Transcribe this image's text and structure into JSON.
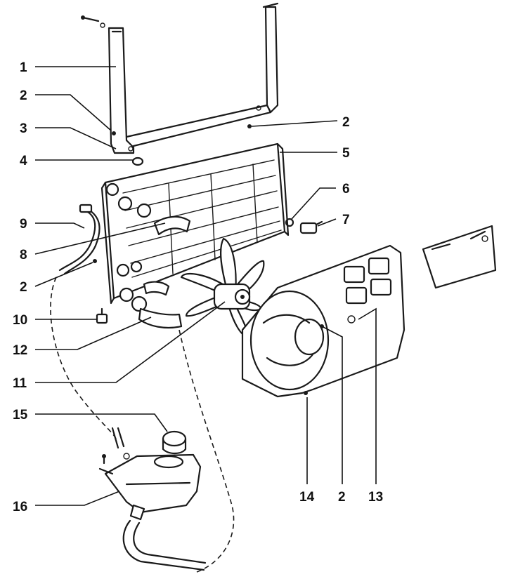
{
  "callouts": {
    "c1": "1",
    "c2a": "2",
    "c2b": "2",
    "c2c": "2",
    "c2d": "2",
    "c3": "3",
    "c4": "4",
    "c5": "5",
    "c6": "6",
    "c7": "7",
    "c8": "8",
    "c9": "9",
    "c10": "10",
    "c11": "11",
    "c12": "12",
    "c13": "13",
    "c14": "14",
    "c15": "15",
    "c16": "16"
  },
  "colors": {
    "line": "#1a1a1a",
    "background": "#ffffff"
  }
}
